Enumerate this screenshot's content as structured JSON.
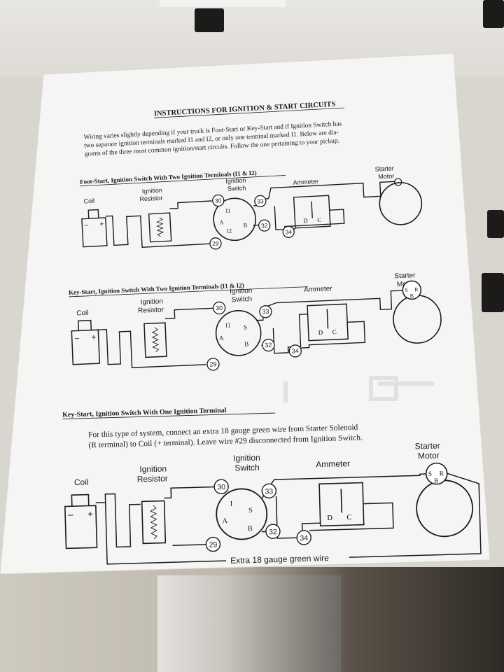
{
  "document": {
    "title": "INSTRUCTIONS FOR IGNITION & START CIRCUITS",
    "intro_lines": [
      "Wiring varies slightly depending if your truck is Foot-Start or Key-Start and if Ignition Switch has",
      "two separate ignition terminals marked I1 and I2, or only one terminal marked I1.  Below are dia-",
      "grams of the three most common ignition/start circuits.  Follow the one pertaining to your pickup."
    ]
  },
  "diagram1": {
    "heading": "Foot-Start, Ignition Switch With Two Ignition Terminals (I1 & I2)",
    "coil": "Coil",
    "resistor_line1": "Ignition",
    "resistor_line2": "Resistor",
    "switch_line1": "Ignition",
    "switch_line2": "Switch",
    "ammeter": "Ammeter",
    "starter_line1": "Starter",
    "starter_line2": "Motor",
    "wire_30": "30",
    "wire_33": "33",
    "wire_32": "32",
    "wire_34": "34",
    "wire_29": "29",
    "term_i1": "I1",
    "term_a": "A",
    "term_b": "B",
    "term_i2": "I2",
    "term_d": "D",
    "term_c": "C",
    "minus": "–",
    "plus": "+"
  },
  "diagram2": {
    "heading": "Key-Start, Ignition Switch With Two Ignition Terminals (I1 & I2)",
    "coil": "Coil",
    "resistor_line1": "Ignition",
    "resistor_line2": "Resistor",
    "switch_line1": "Ignition",
    "switch_line2": "Switch",
    "ammeter": "Ammeter",
    "starter_line1": "Starter",
    "starter_line2": "Motor",
    "wire_30": "30",
    "wire_33": "33",
    "wire_32": "32",
    "wire_34": "34",
    "wire_29": "29",
    "term_i1": "I1",
    "term_s": "S",
    "term_a": "A",
    "term_b": "B",
    "term_d": "D",
    "term_c": "C",
    "term_sol_s": "S",
    "term_sol_r": "R",
    "term_sol_b": "B",
    "minus": "–",
    "plus": "+"
  },
  "diagram3": {
    "heading": "Key-Start, Ignition Switch With One Ignition Terminal",
    "note_line1": "For this type of system, connect an extra 18 gauge green wire from Starter Solenoid",
    "note_line2": "(R terminal) to Coil (+ terminal).  Leave wire #29 disconnected from Ignition Switch.",
    "coil": "Coil",
    "resistor_line1": "Ignition",
    "resistor_line2": "Resistor",
    "switch_line1": "Ignition",
    "switch_line2": "Switch",
    "ammeter": "Ammeter",
    "starter_line1": "Starter",
    "starter_line2": "Motor",
    "wire_30": "30",
    "wire_33": "33",
    "wire_32": "32",
    "wire_34": "34",
    "wire_29": "29",
    "term_i": "I",
    "term_s": "S",
    "term_a": "A",
    "term_b": "B",
    "term_d": "D",
    "term_c": "C",
    "term_sol_s": "S",
    "term_sol_r": "R",
    "term_sol_b": "B",
    "green_wire_label": "Extra 18 gauge green wire",
    "minus": "–",
    "plus": "+"
  }
}
